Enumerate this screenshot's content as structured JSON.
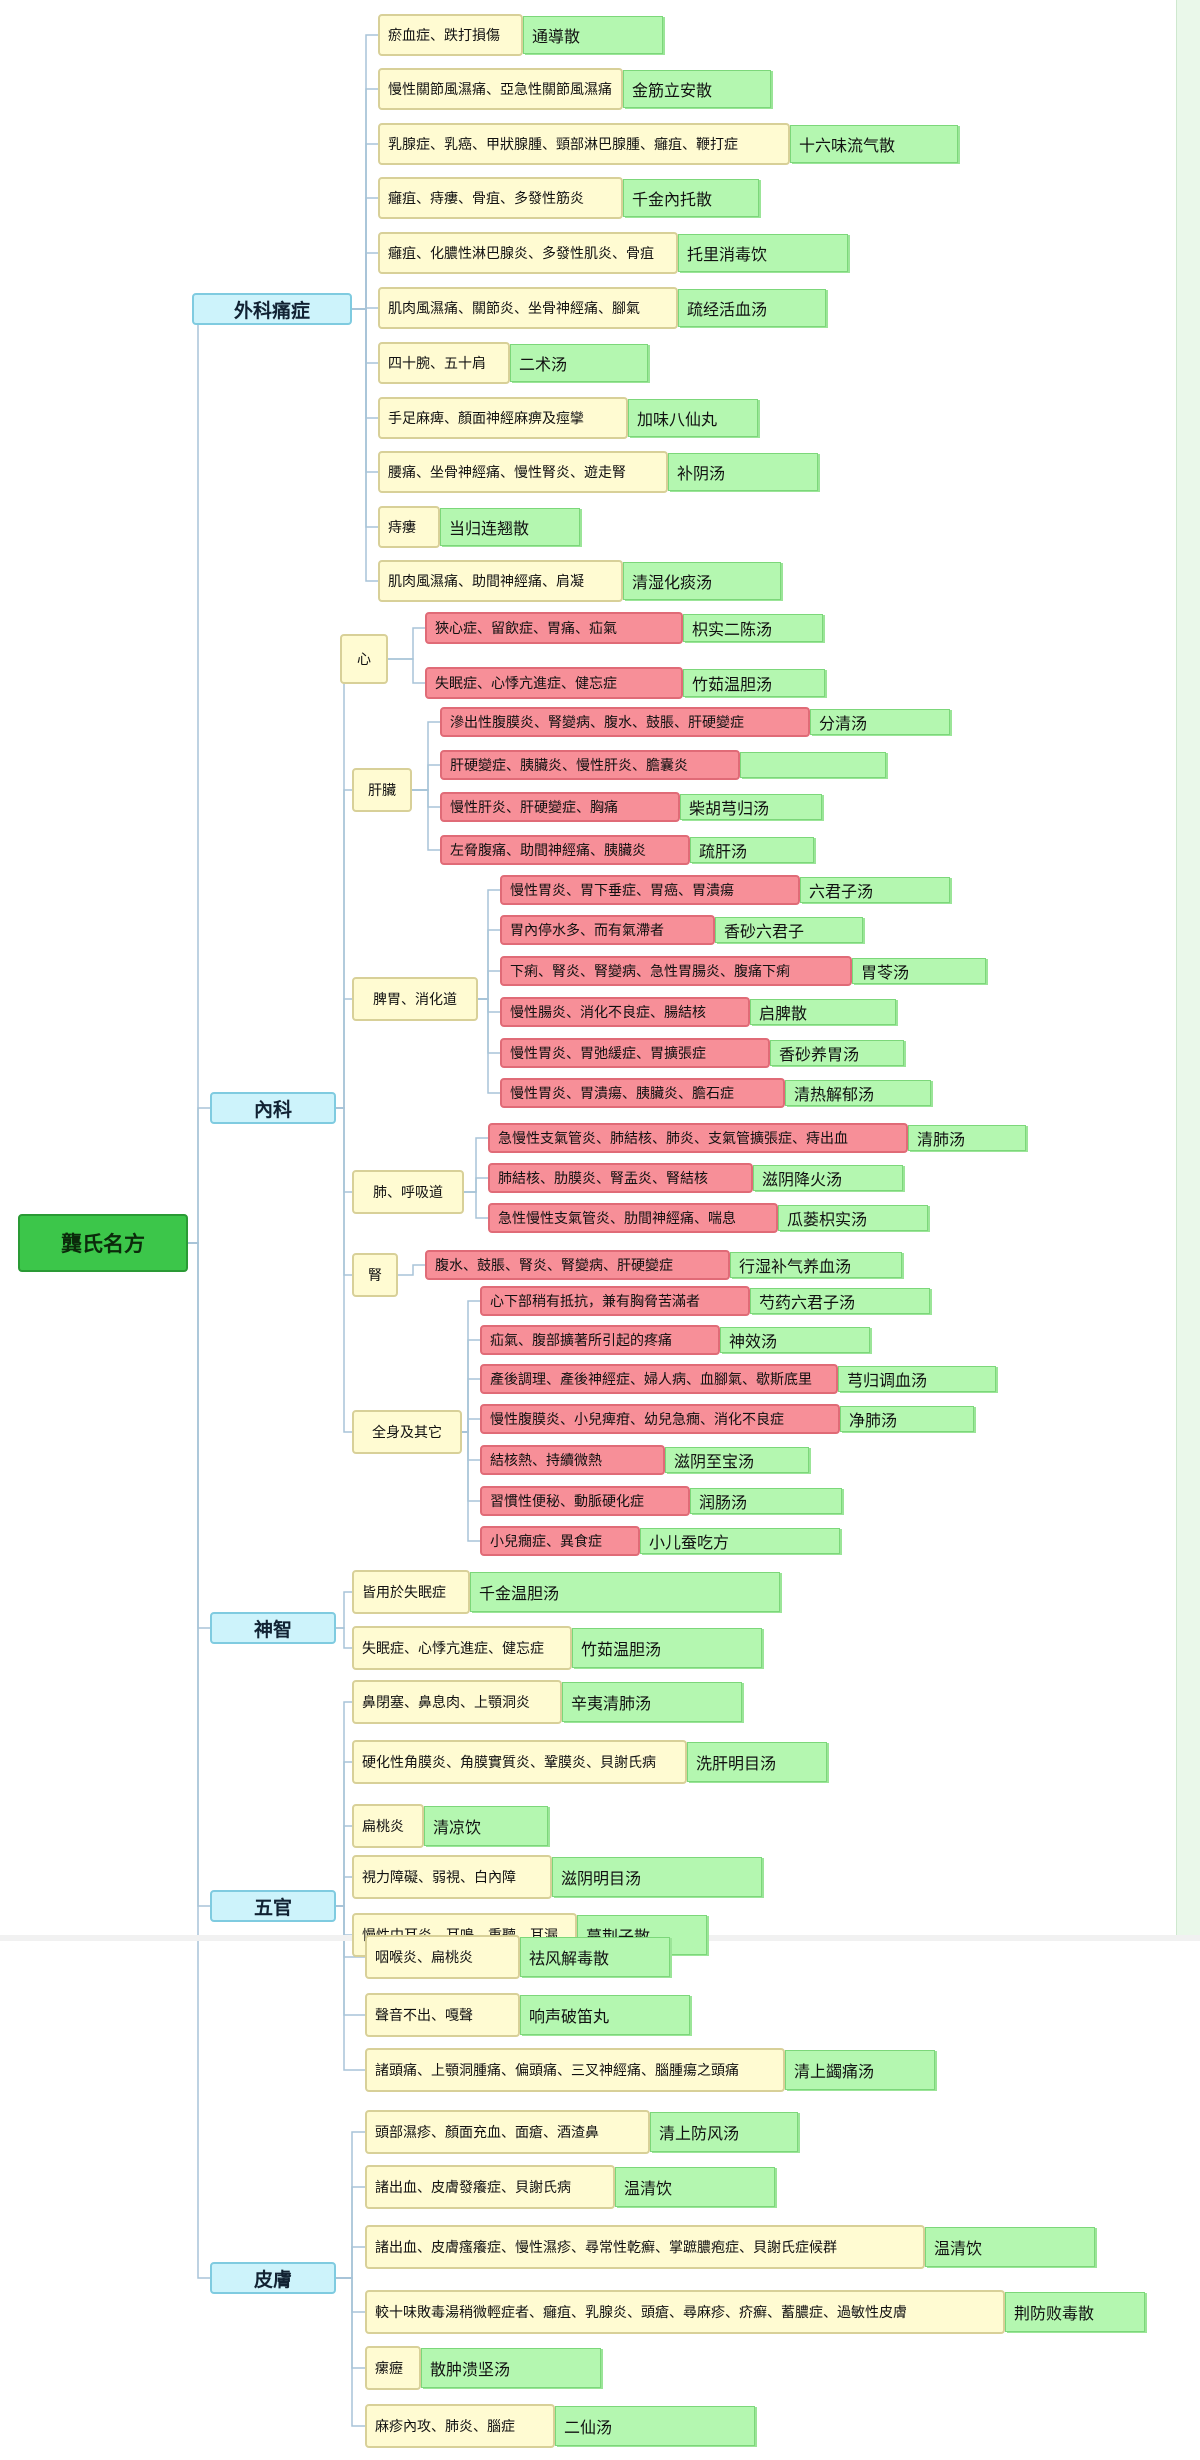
{
  "root": {
    "label": "龔氏名方"
  },
  "categories": [
    {
      "label": "外科痛症",
      "entries": [
        {
          "condition": "瘀血症、跌打損傷",
          "formula": "通導散"
        },
        {
          "condition": "慢性關節風濕痛、亞急性關節風濕痛",
          "formula": "金筋立安散"
        },
        {
          "condition": "乳腺症、乳癌、甲狀腺腫、頸部淋巴腺腫、癰疽、鞭打症",
          "formula": "十六味流气散"
        },
        {
          "condition": "癰疽、痔瘻、骨疽、多發性筋炎",
          "formula": "千金內托散"
        },
        {
          "condition": "癰疽、化膿性淋巴腺炎、多發性肌炎、骨疽",
          "formula": "托里消毒饮"
        },
        {
          "condition": "肌肉風濕痛、關節炎、坐骨神經痛、腳氣",
          "formula": "疏经活血汤"
        },
        {
          "condition": "四十腕、五十肩",
          "formula": "二术汤"
        },
        {
          "condition": "手足麻痺、顏面神經麻痹及痙攣",
          "formula": "加味八仙丸"
        },
        {
          "condition": "腰痛、坐骨神經痛、慢性腎炎、遊走腎",
          "formula": "补阴汤"
        },
        {
          "condition": "痔瘻",
          "formula": "当归连翘散"
        },
        {
          "condition": "肌肉風濕痛、助間神經痛、肩凝",
          "formula": "清湿化痰汤"
        }
      ]
    },
    {
      "label": "內科",
      "groups": [
        {
          "label": "心",
          "entries": [
            {
              "condition": "狹心症、留飲症、胃痛、疝氣",
              "formula": "枳实二陈汤"
            },
            {
              "condition": "失眠症、心悸亢進症、健忘症",
              "formula": "竹茹温胆汤"
            }
          ]
        },
        {
          "label": "肝臟",
          "entries": [
            {
              "condition": "滲出性腹膜炎、腎變病、腹水、鼓脹、肝硬變症",
              "formula": "分清汤"
            },
            {
              "condition": "肝硬變症、胰臟炎、慢性肝炎、膽囊炎",
              "formula": ""
            },
            {
              "condition": "慢性肝炎、肝硬變症、胸痛",
              "formula": "柴胡芎归汤"
            },
            {
              "condition": "左脅腹痛、助間神經痛、胰臟炎",
              "formula": "疏肝汤"
            }
          ]
        },
        {
          "label": "脾胃、消化道",
          "entries": [
            {
              "condition": "慢性胃炎、胃下垂症、胃癌、胃潰瘍",
              "formula": "六君子汤"
            },
            {
              "condition": "胃內停水多、而有氣滯者",
              "formula": "香砂六君子"
            },
            {
              "condition": "下痢、腎炎、腎變病、急性胃腸炎、腹痛下痢",
              "formula": "胃苓汤"
            },
            {
              "condition": "慢性腸炎、消化不良症、腸結核",
              "formula": "启脾散"
            },
            {
              "condition": "慢性胃炎、胃弛緩症、胃擴張症",
              "formula": "香砂养胃汤"
            },
            {
              "condition": "慢性胃炎、胃潰瘍、胰臟炎、膽石症",
              "formula": "清热解郁汤"
            }
          ]
        },
        {
          "label": "肺、呼吸道",
          "entries": [
            {
              "condition": "急慢性支氣管炎、肺結核、肺炎、支氣管擴張症、痔出血",
              "formula": "清肺汤"
            },
            {
              "condition": "肺結核、肋膜炎、腎盂炎、腎結核",
              "formula": "滋阴降火汤"
            },
            {
              "condition": "急性慢性支氣管炎、肋間神經痛、喘息",
              "formula": "瓜蒌枳实汤"
            }
          ]
        },
        {
          "label": "腎",
          "entries": [
            {
              "condition": "腹水、鼓脹、腎炎、腎變病、肝硬變症",
              "formula": "行湿补气养血汤"
            }
          ]
        },
        {
          "label": "全身及其它",
          "entries": [
            {
              "condition": "心下部稍有抵抗，兼有胸脅苦滿者",
              "formula": "芍药六君子汤"
            },
            {
              "condition": "疝氣、腹部擴著所引起的疼痛",
              "formula": "神效汤"
            },
            {
              "condition": "產後調理、產後神經症、婦人病、血腳氣、歇斯底里",
              "formula": "芎归调血汤"
            },
            {
              "condition": "慢性腹膜炎、小兒痺疳、幼兒急癇、消化不良症",
              "formula": "净肺汤"
            },
            {
              "condition": "結核熱、持續微熱",
              "formula": "滋阴至宝汤"
            },
            {
              "condition": "習慣性便秘、動脈硬化症",
              "formula": "润肠汤"
            },
            {
              "condition": "小兒癇症、異食症",
              "formula": "小儿蚕吃方"
            }
          ]
        }
      ]
    },
    {
      "label": "神智",
      "entries": [
        {
          "condition": "皆用於失眠症",
          "formula": "千金温胆汤"
        },
        {
          "condition": "失眠症、心悸亢進症、健忘症",
          "formula": "竹茹温胆汤"
        }
      ]
    },
    {
      "label": "五官",
      "entries": [
        {
          "condition": "鼻閉塞、鼻息肉、上顎洞炎",
          "formula": "辛夷清肺汤"
        },
        {
          "condition": "硬化性角膜炎、角膜實質炎、鞏膜炎、貝謝氏病",
          "formula": "洗肝明目汤"
        },
        {
          "condition": "扁桃炎",
          "formula": "清凉饮"
        },
        {
          "condition": "視力障礙、弱視、白內障",
          "formula": "滋阴明目汤"
        },
        {
          "condition": "慢性中耳炎、耳鳴、重聽、耳漏",
          "formula": "蔓荆子散"
        },
        {
          "condition": "咽喉炎、扁桃炎",
          "formula": "祛风解毒散"
        },
        {
          "condition": "聲音不出、嘎聲",
          "formula": "响声破笛丸"
        },
        {
          "condition": "諸頭痛、上顎洞腫痛、偏頭痛、三叉神經痛、腦腫瘍之頭痛",
          "formula": "清上蠲痛汤"
        }
      ]
    },
    {
      "label": "皮膚",
      "entries": [
        {
          "condition": "頭部濕疹、顏面充血、面瘡、酒渣鼻",
          "formula": "清上防风汤"
        },
        {
          "condition": "諸出血、皮膚發癢症、貝謝氏病",
          "formula": "温清饮"
        },
        {
          "condition": "諸出血、皮膚瘙癢症、慢性濕疹、尋常性乾癬、掌蹠膿疱症、貝謝氏症候群",
          "formula": "温清饮"
        },
        {
          "condition": "較十味敗毒湯稍微輕症者、癰疽、乳腺炎、頭瘡、尋麻疹、疥癬、蓄膿症、過敏性皮膚",
          "formula": "荆防败毒散"
        },
        {
          "condition": "瘰癧",
          "formula": "散肿溃坚汤"
        },
        {
          "condition": "麻疹內攻、肺炎、腦症",
          "formula": "二仙汤"
        }
      ]
    }
  ]
}
